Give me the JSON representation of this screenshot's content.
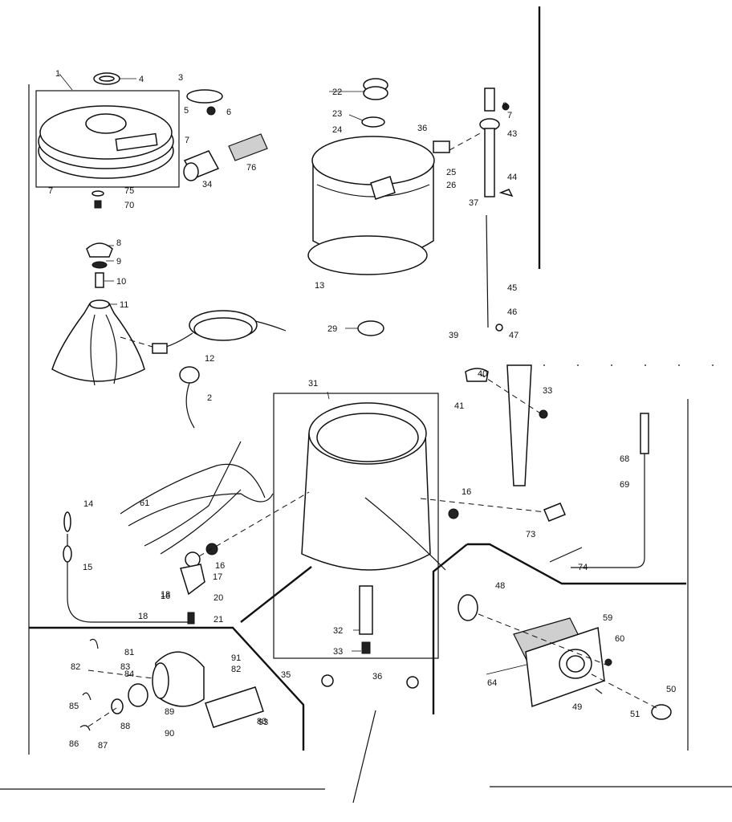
{
  "callouts": [
    {
      "id": "c1",
      "text": "1"
    },
    {
      "id": "c2",
      "text": "2"
    },
    {
      "id": "c3",
      "text": "3"
    },
    {
      "id": "c4",
      "text": "4"
    },
    {
      "id": "c5",
      "text": "5"
    },
    {
      "id": "c6",
      "text": "6"
    },
    {
      "id": "c7a",
      "text": "7"
    },
    {
      "id": "c7b",
      "text": "7"
    },
    {
      "id": "c7c",
      "text": "7"
    },
    {
      "id": "c8a",
      "text": "8"
    },
    {
      "id": "c8b",
      "text": "8"
    },
    {
      "id": "c9",
      "text": "9"
    },
    {
      "id": "c10",
      "text": "10"
    },
    {
      "id": "c11",
      "text": "11"
    },
    {
      "id": "c12",
      "text": "12"
    },
    {
      "id": "c13",
      "text": "13"
    },
    {
      "id": "c14",
      "text": "14"
    },
    {
      "id": "c15",
      "text": "15"
    },
    {
      "id": "c16a",
      "text": "16"
    },
    {
      "id": "c16b",
      "text": "16"
    },
    {
      "id": "c16c",
      "text": "16"
    },
    {
      "id": "c17",
      "text": "17"
    },
    {
      "id": "c18a",
      "text": "18"
    },
    {
      "id": "c18b",
      "text": "18"
    },
    {
      "id": "c20",
      "text": "20"
    },
    {
      "id": "c21",
      "text": "21"
    },
    {
      "id": "c22",
      "text": "22"
    },
    {
      "id": "c23",
      "text": "23"
    },
    {
      "id": "c24",
      "text": "24"
    },
    {
      "id": "c25",
      "text": "25"
    },
    {
      "id": "c26",
      "text": "26"
    },
    {
      "id": "c29",
      "text": "29"
    },
    {
      "id": "c31",
      "text": "31"
    },
    {
      "id": "c32",
      "text": "32"
    },
    {
      "id": "c33a",
      "text": "33"
    },
    {
      "id": "c33b",
      "text": "33"
    },
    {
      "id": "c34",
      "text": "34"
    },
    {
      "id": "c35",
      "text": "35"
    },
    {
      "id": "c36a",
      "text": "36"
    },
    {
      "id": "c36b",
      "text": "36"
    },
    {
      "id": "c37",
      "text": "37"
    },
    {
      "id": "c39",
      "text": "39"
    },
    {
      "id": "c40",
      "text": "40"
    },
    {
      "id": "c41",
      "text": "41"
    },
    {
      "id": "c43",
      "text": "43"
    },
    {
      "id": "c44",
      "text": "44"
    },
    {
      "id": "c45",
      "text": "45"
    },
    {
      "id": "c46",
      "text": "46"
    },
    {
      "id": "c47",
      "text": "47"
    },
    {
      "id": "c48",
      "text": "48"
    },
    {
      "id": "c49",
      "text": "49"
    },
    {
      "id": "c50",
      "text": "50"
    },
    {
      "id": "c51",
      "text": "51"
    },
    {
      "id": "c59",
      "text": "59"
    },
    {
      "id": "c60",
      "text": "60"
    },
    {
      "id": "c61",
      "text": "61"
    },
    {
      "id": "c64",
      "text": "64"
    },
    {
      "id": "c68",
      "text": "68"
    },
    {
      "id": "c69",
      "text": "69"
    },
    {
      "id": "c70",
      "text": "70"
    },
    {
      "id": "c73",
      "text": "73"
    },
    {
      "id": "c74",
      "text": "74"
    },
    {
      "id": "c75",
      "text": "75"
    },
    {
      "id": "c76",
      "text": "76"
    },
    {
      "id": "c81",
      "text": "81"
    },
    {
      "id": "c82a",
      "text": "82"
    },
    {
      "id": "c82b",
      "text": "82"
    },
    {
      "id": "c83a",
      "text": "83"
    },
    {
      "id": "c83b",
      "text": "83"
    },
    {
      "id": "c84",
      "text": "84"
    },
    {
      "id": "c85",
      "text": "85"
    },
    {
      "id": "c86",
      "text": "86"
    },
    {
      "id": "c87",
      "text": "87"
    },
    {
      "id": "c88",
      "text": "88"
    },
    {
      "id": "c89",
      "text": "89"
    },
    {
      "id": "c90",
      "text": "90"
    },
    {
      "id": "c91",
      "text": "91"
    },
    {
      "id": "c93",
      "text": "93"
    }
  ]
}
